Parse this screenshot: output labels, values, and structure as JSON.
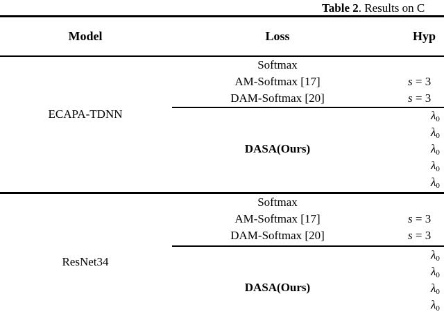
{
  "caption": {
    "label": "Table 2",
    "rest": ". Results on C"
  },
  "header": {
    "model": "Model",
    "loss": "Loss",
    "hyper": "Hyp"
  },
  "math": {
    "lambda": "λ",
    "lambda_sub": "0",
    "s_var": "s",
    "s_rest": " = 3"
  },
  "groups": {
    "ecapa": {
      "model": "ECAPA-TDNN",
      "losses": {
        "softmax": "Softmax",
        "am": "AM-Softmax [17]",
        "dam": "DAM-Softmax [20]",
        "dasa": "DASA(Ours)"
      }
    },
    "resnet": {
      "model": "ResNet34",
      "losses": {
        "softmax": "Softmax",
        "am": "AM-Softmax [17]",
        "dam": "DAM-Softmax [20]",
        "dasa": "DASA(Ours)"
      }
    }
  },
  "colors": {
    "text": "#000000",
    "background": "#ffffff",
    "rule": "#000000"
  }
}
